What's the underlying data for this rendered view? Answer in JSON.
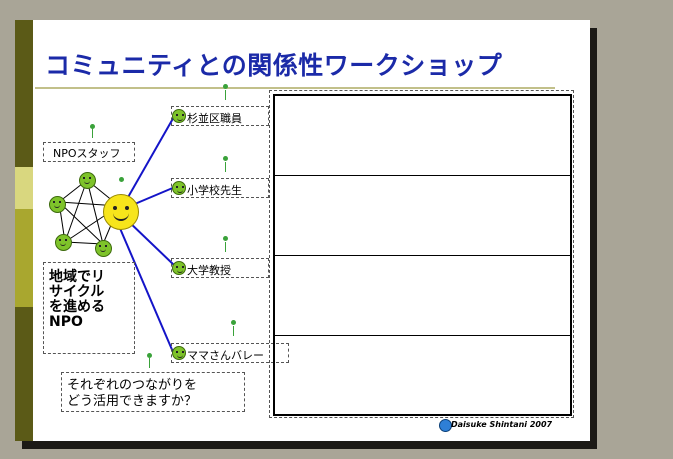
{
  "slide": {
    "title": "コミュニティとの関係性ワークショップ",
    "credit": "Daisuke Shintani 2007"
  },
  "network": {
    "npo_staff_label": "NPOスタッフ",
    "npo_description": [
      "地域でリ",
      "サイクル",
      "を進める",
      "NPO"
    ]
  },
  "stakeholders": [
    {
      "label": "杉並区職員"
    },
    {
      "label": "小学校先生"
    },
    {
      "label": "大学教授"
    },
    {
      "label": "ママさんバレー"
    }
  ],
  "question": [
    "それぞれのつながりを",
    "どう活用できますか？"
  ],
  "table": {
    "rows": 4
  },
  "colors": {
    "title": "#1b2aa8",
    "connector": "#1414c8",
    "accent_dark": "#5b5a17",
    "accent_mid": "#a9a72f",
    "accent_light": "#d9d77f",
    "face_green": "#7ec32a",
    "face_yellow": "#f7e51b"
  },
  "icons": [
    "smiley-face-icon",
    "daisuke-logo-icon"
  ]
}
